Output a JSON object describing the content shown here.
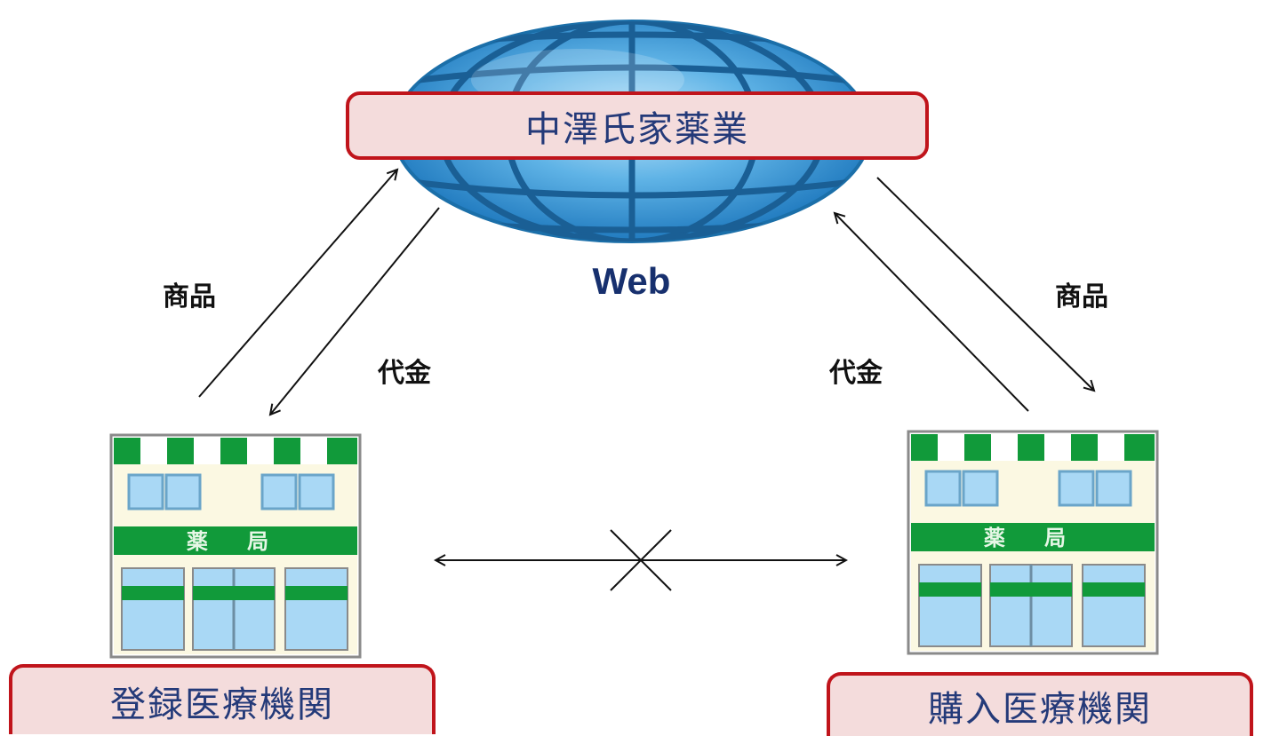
{
  "diagram": {
    "center_node": {
      "label": "中澤氏家薬業",
      "sublabel": "Web",
      "icon": "globe-icon"
    },
    "left_node": {
      "label": "登録医療機関",
      "icon": "pharmacy-building-icon",
      "sign": "薬 局"
    },
    "right_node": {
      "label": "購入医療機関",
      "icon": "pharmacy-building-icon",
      "sign": "薬 局"
    },
    "edges": {
      "left_goods_label": "商品",
      "left_payment_label": "代金",
      "right_goods_label": "商品",
      "right_payment_label": "代金"
    },
    "blocked_link": {
      "icon": "cross-mark-icon"
    }
  },
  "colors": {
    "node_border": "#c0141b",
    "node_fill": "#f4dcdc",
    "node_text": "#243a79",
    "web_text": "#17306e",
    "globe_blue": "#1b7fc6",
    "globe_light": "#7fc3ef",
    "pharmacy_green": "#119a3a",
    "pharmacy_window": "#a9d8f5"
  }
}
